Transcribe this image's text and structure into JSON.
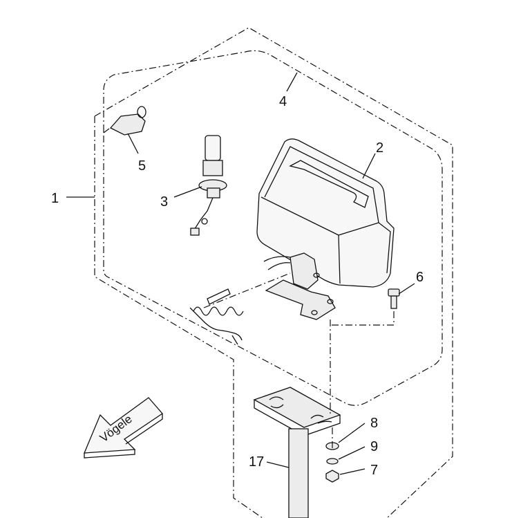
{
  "diagram": {
    "callouts": [
      {
        "id": "c1",
        "text": "1"
      },
      {
        "id": "c2",
        "text": "2"
      },
      {
        "id": "c3",
        "text": "3"
      },
      {
        "id": "c4",
        "text": "4"
      },
      {
        "id": "c5",
        "text": "5"
      },
      {
        "id": "c6",
        "text": "6"
      },
      {
        "id": "c7",
        "text": "7"
      },
      {
        "id": "c8",
        "text": "8"
      },
      {
        "id": "c9",
        "text": "9"
      },
      {
        "id": "c17",
        "text": "17"
      }
    ],
    "brand_arrow_text": "Vögele"
  }
}
